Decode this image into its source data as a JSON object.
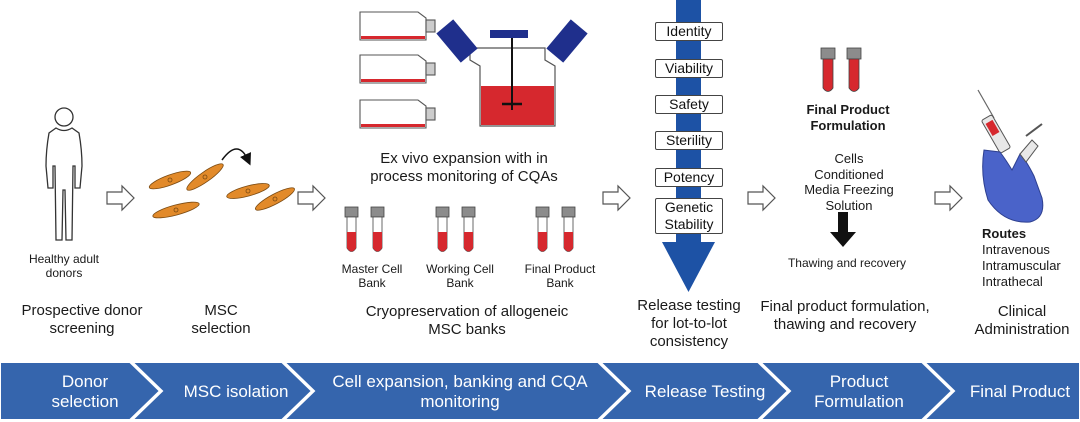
{
  "stages": {
    "donor": {
      "icon_label": "Healthy adult donors",
      "caption": "Prospective donor screening",
      "banner": "Donor selection"
    },
    "msc": {
      "caption": "MSC selection",
      "banner": "MSC isolation"
    },
    "expansion": {
      "title": "Ex vivo expansion with in process monitoring of CQAs",
      "banks": [
        "Master Cell Bank",
        "Working Cell Bank",
        "Final Product Bank"
      ],
      "caption": "Cryopreservation of allogeneic MSC banks",
      "banner": "Cell expansion, banking and CQA monitoring"
    },
    "release": {
      "tests": [
        "Identity",
        "Viability",
        "Safety",
        "Sterility",
        "Potency",
        "Genetic Stability"
      ],
      "caption": "Release testing for lot-to-lot consistency",
      "banner": "Release Testing"
    },
    "formulation": {
      "heading": "Final Product Formulation",
      "components": "Cells Conditioned Media Freezing Solution",
      "thawing": "Thawing and recovery",
      "caption": "Final product formulation, thawing and recovery",
      "banner": "Product Formulation"
    },
    "administration": {
      "routes_heading": "Routes",
      "routes": [
        "Intravenous",
        "Intramuscular",
        "Intrathecal"
      ],
      "caption": "Clinical Administration",
      "banner": "Final Product"
    }
  },
  "colors": {
    "banner_blue": "#3565ad",
    "banner_edge": "#ffffff",
    "navy": "#1f2f8c",
    "release_arrow": "#1d52a5",
    "tube_red": "#d6282e",
    "cap_gray": "#8c8c8c",
    "cell_orange": "#e28a2a",
    "glove_blue": "#4a63c9"
  }
}
